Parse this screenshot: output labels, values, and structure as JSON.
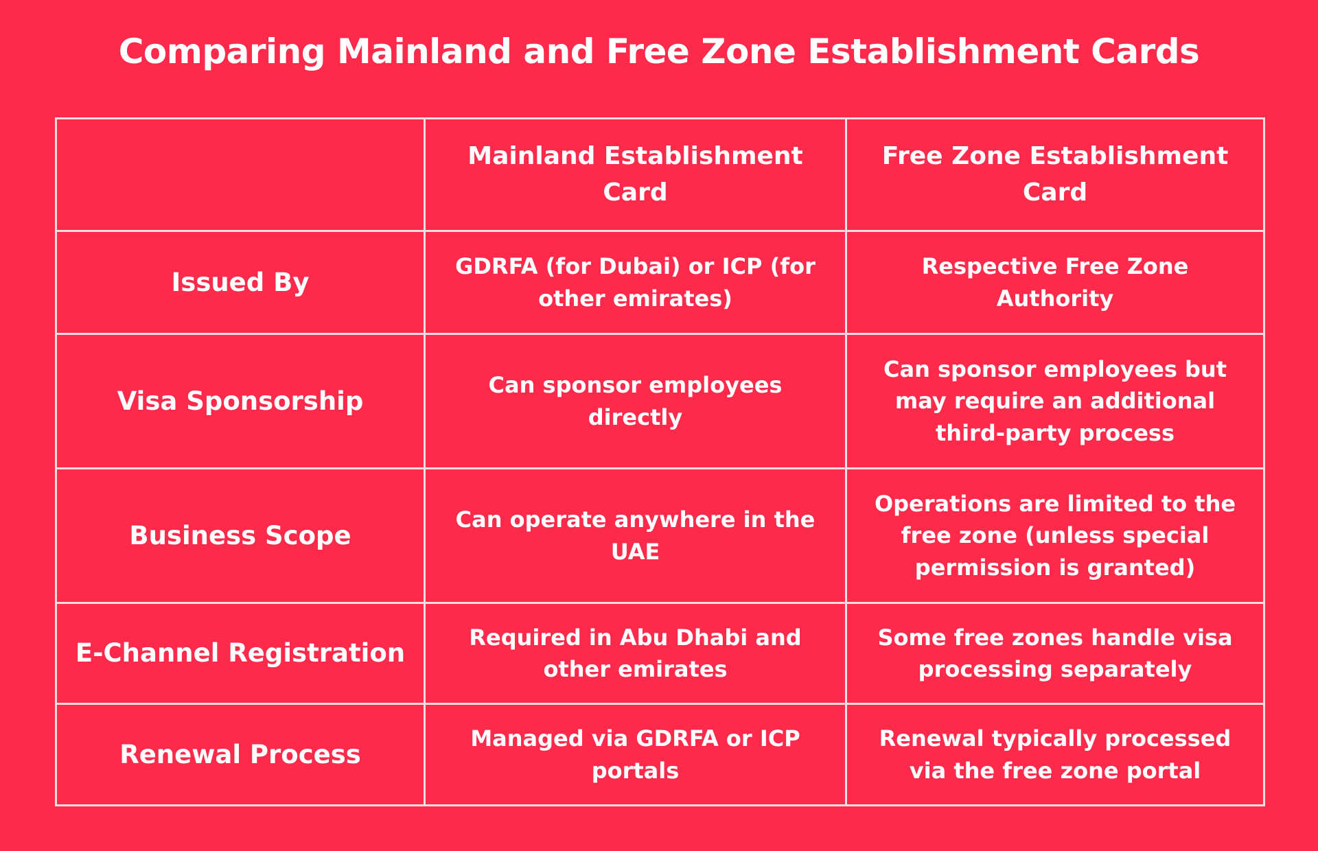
{
  "title": "Comparing Mainland and Free Zone Establishment Cards",
  "colors": {
    "background": "#FE2A4B",
    "text": "#FFFFFF",
    "grid": "#F6DDE2"
  },
  "table": {
    "headers": [
      "",
      "Mainland Establishment Card",
      "Free Zone Establishment Card"
    ],
    "rows": [
      {
        "label": "Issued By",
        "mainland": "GDRFA (for Dubai) or ICP (for other emirates)",
        "freezone": "Respective Free Zone Authority"
      },
      {
        "label": "Visa Sponsorship",
        "mainland": "Can sponsor employees directly",
        "freezone": "Can sponsor employees but may require an additional third-party process"
      },
      {
        "label": "Business Scope",
        "mainland": "Can operate anywhere in the UAE",
        "freezone": "Operations are limited to the free zone (unless special permission is granted)"
      },
      {
        "label": "E-Channel Registration",
        "mainland": "Required in Abu Dhabi and other emirates",
        "freezone": "Some free zones handle visa processing separately"
      },
      {
        "label": "Renewal Process",
        "mainland": "Managed via GDRFA or ICP portals",
        "freezone": "Renewal typically processed via the free zone portal"
      }
    ]
  }
}
